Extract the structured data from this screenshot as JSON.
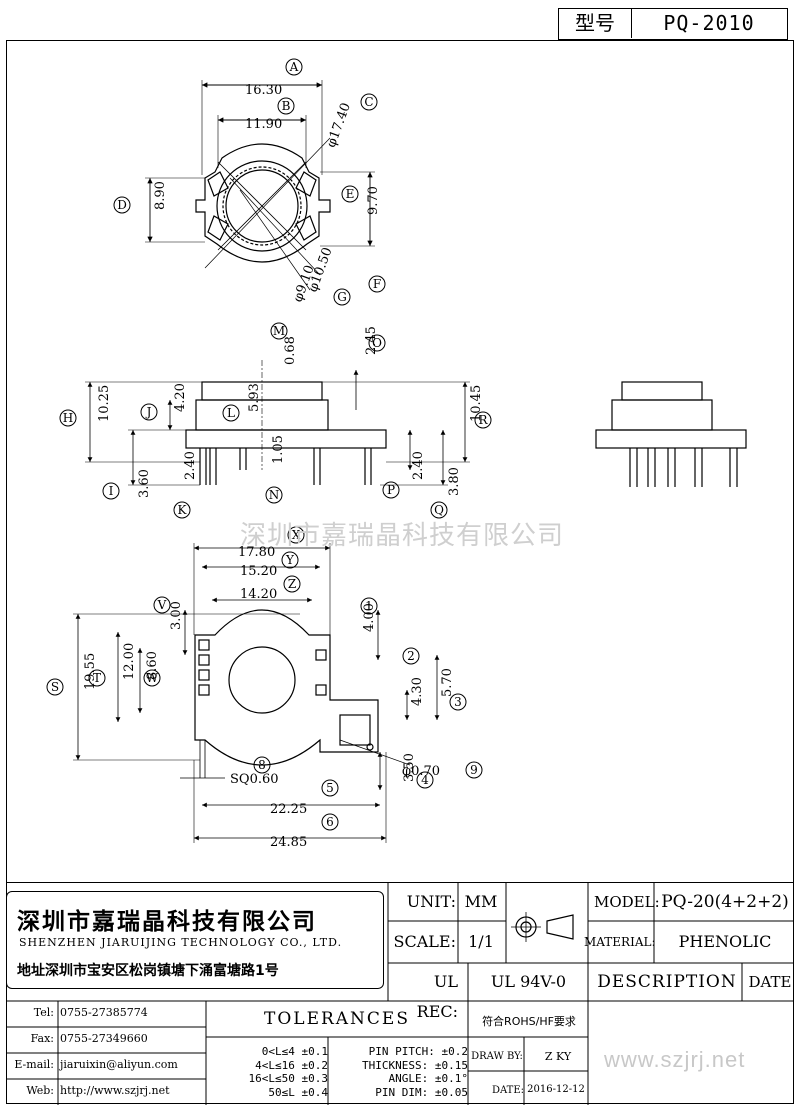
{
  "model_box": {
    "label": "型号",
    "value": "PQ-2010"
  },
  "watermark": "深圳市嘉瑞晶科技有限公司",
  "top_view": {
    "dims": [
      "16.30",
      "11.90",
      "φ17.40",
      "8.90",
      "9.70",
      "φ10.50",
      "φ9.10"
    ],
    "markers": [
      "A",
      "B",
      "C",
      "D",
      "E",
      "F",
      "G"
    ]
  },
  "side_view": {
    "dims": [
      "0.68",
      "2.45",
      "10.25",
      "4.20",
      "5.93",
      "10.45",
      "3.60",
      "2.40",
      "1.05",
      "2.40",
      "3.80"
    ],
    "markers": [
      "M",
      "O",
      "H",
      "J",
      "L",
      "R",
      "I",
      "K",
      "N",
      "P",
      "Q"
    ]
  },
  "bottom_view": {
    "dims": [
      "17.80",
      "15.20",
      "14.20",
      "19.55",
      "12.00",
      "8.60",
      "3.00",
      "4.00",
      "4.30",
      "5.70",
      "φ0.70",
      "3.50",
      "SQ0.60",
      "22.25",
      "24.85"
    ],
    "markers": [
      "X",
      "Y",
      "Z",
      "V",
      "S",
      "T",
      "W",
      "1",
      "2",
      "3",
      "4",
      "5",
      "6",
      "8",
      "9"
    ]
  },
  "company": {
    "name_cn": "深圳市嘉瑞晶科技有限公司",
    "name_en": "SHENZHEN JIARUIJING TECHNOLOGY CO., LTD.",
    "address": "地址深圳市宝安区松岗镇塘下涌富塘路1号"
  },
  "contacts": [
    {
      "label": "Tel:",
      "value": "0755-27385774"
    },
    {
      "label": "Fax:",
      "value": "0755-27349660"
    },
    {
      "label": "E-mail:",
      "value": "jiaruixin@aliyun.com"
    },
    {
      "label": "Web:",
      "value": "http://www.szjrj.net"
    }
  ],
  "title_block": {
    "unit_label": "UNIT:",
    "unit_value": "MM",
    "scale_label": "SCALE:",
    "scale_value": "1/1",
    "ul_label": "UL REC:",
    "ul_value": "UL 94V-0",
    "model_label": "MODEL:",
    "model_value": "PQ-20(4+2+2)",
    "material_label": "MATERIAL:",
    "material_value": "PHENOLIC",
    "description_label": "DESCRIPTION",
    "date_label": "DATE",
    "tolerances_label": "TOLERANCES",
    "rohs": "符合ROHS/HF要求",
    "draw_by_label": "DRAW BY:",
    "draw_by_value": "Z KY",
    "date_field_label": "DATE:",
    "date_value": "2016-12-12",
    "website": "www.szjrj.net"
  },
  "tolerances": {
    "length": [
      "0<L≤4 ±0.1",
      "4<L≤16 ±0.2",
      "16<L≤50 ±0.3",
      "50≤L ±0.4"
    ],
    "other": [
      "PIN PITCH: ±0.2",
      "THICKNESS: ±0.15",
      "ANGLE: ±0.1°",
      "PIN DIM: ±0.05"
    ]
  }
}
